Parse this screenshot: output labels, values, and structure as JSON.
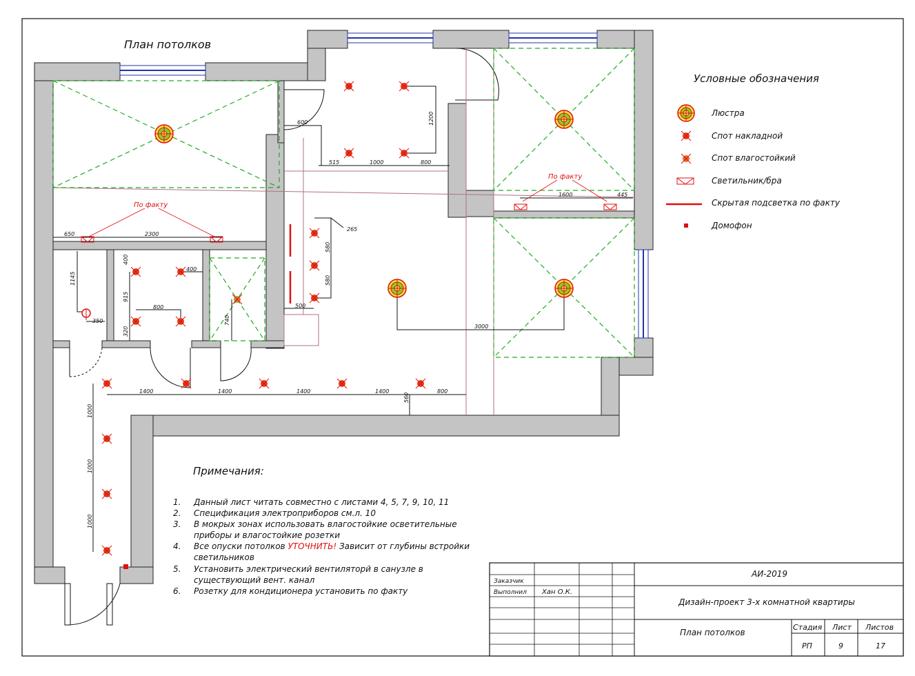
{
  "title": "План потолков",
  "legend": {
    "title": "Условные обозначения",
    "items": [
      {
        "label": "Люстра",
        "icon": "chandelier-icon"
      },
      {
        "label": "Спот накладной",
        "icon": "surface-spot-icon"
      },
      {
        "label": "Спот влагостойкий",
        "icon": "waterproof-spot-icon"
      },
      {
        "label": "Светильник/бра",
        "icon": "sconce-icon"
      },
      {
        "label": "Скрытая подсветка по факту",
        "icon": "hidden-lighting-icon"
      },
      {
        "label": "Домофон",
        "icon": "intercom-icon"
      }
    ]
  },
  "annotations": {
    "po_faktu": "По факту"
  },
  "dimensions": {
    "d600": "600",
    "d1200": "1200",
    "d515": "515",
    "d1000": "1000",
    "d800": "800",
    "d650": "650",
    "d2300": "2300",
    "d265": "265",
    "d580": "580",
    "d500": "500",
    "d3000": "3000",
    "d1600": "1600",
    "d445": "445",
    "d1145": "1145",
    "d400": "400",
    "d915": "915",
    "d320": "320",
    "d350": "350",
    "d740": "740",
    "d1400": "1400",
    "d560": "560"
  },
  "notes": {
    "title": "Примечания:",
    "items": [
      {
        "num": "1.",
        "lines": [
          "Данный лист читать совместно с листами 4, 5, 7, 9, 10, 11"
        ]
      },
      {
        "num": "2.",
        "lines": [
          "Спецификация электроприборов см.л. 10"
        ]
      },
      {
        "num": "3.",
        "lines": [
          "В мокрых зонах использовать влагостойкие осветительные",
          "приборы и влагостойкие розетки"
        ]
      },
      {
        "num": "4.",
        "lines": [
          "Все опуски потолков ",
          "светильников"
        ],
        "highlight": "УТОЧНИТЬ!",
        "after": " Зависит от глубины встройки"
      },
      {
        "num": "5.",
        "lines": [
          "Установить электрический вентиляторй в санузле в",
          "существующий вент. канал"
        ]
      },
      {
        "num": "6.",
        "lines": [
          "Розетку для кондиционера установить по факту"
        ]
      }
    ]
  },
  "stamp": {
    "code": "АИ-2019",
    "customer_label": "Заказчик",
    "executor_label": "Выполнил",
    "executor_name": "Хан О.К.",
    "project": "Дизайн-проект 3-х комнатной квартиры",
    "sheet_title": "План потолков",
    "stage_label": "Стадия",
    "sheet_label": "Лист",
    "sheets_label": "Листов",
    "stage": "РП",
    "sheet": "9",
    "sheets": "17"
  },
  "colors": {
    "wall": "#c4c4c4",
    "green": "#22aa22",
    "red": "#e01010",
    "window": "#2233aa",
    "spot": "#e23b1a"
  }
}
